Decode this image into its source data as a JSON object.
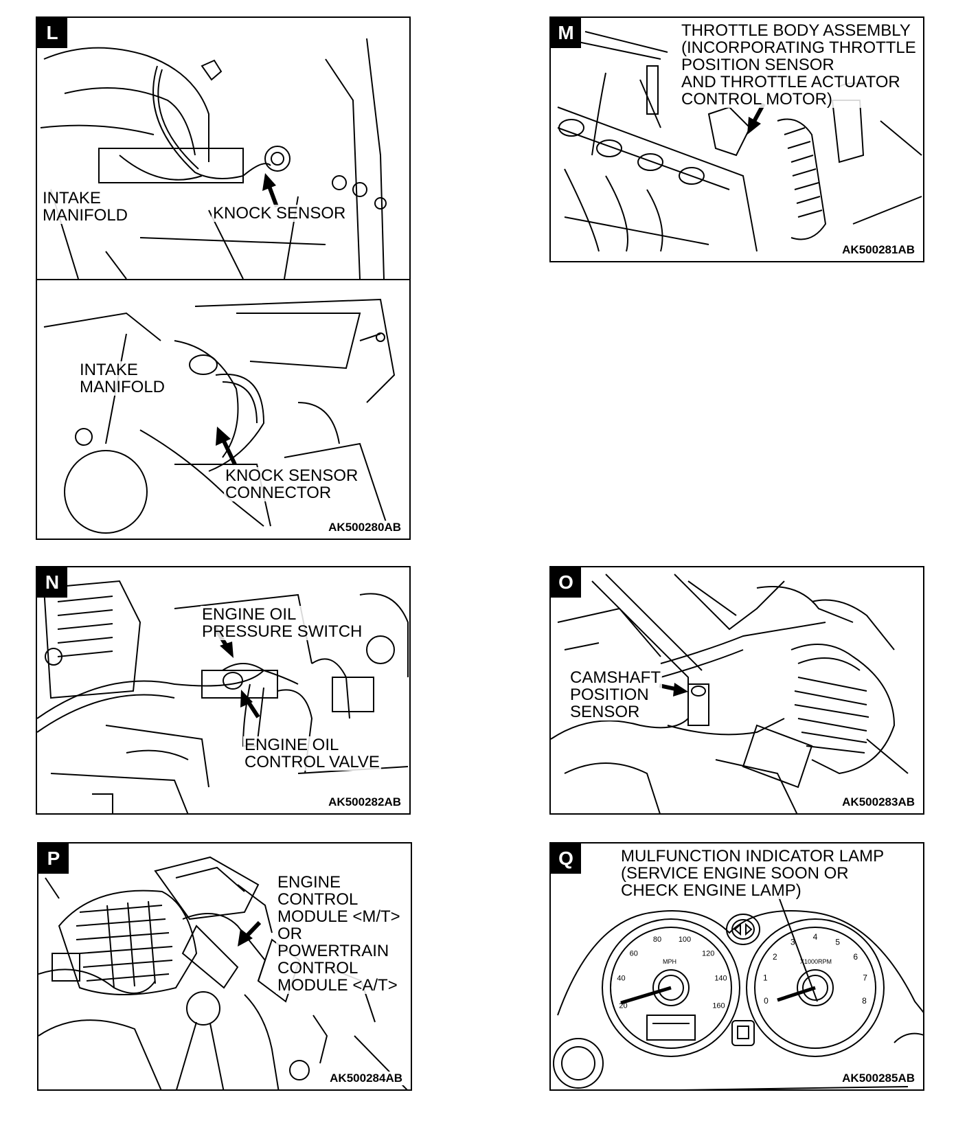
{
  "panels": {
    "L": {
      "letter": "L",
      "label1": "INTAKE\nMANIFOLD",
      "label2": "KNOCK SENSOR",
      "label3": "INTAKE\nMANIFOLD",
      "label4": "KNOCK SENSOR\nCONNECTOR",
      "code": "AK500280AB"
    },
    "M": {
      "letter": "M",
      "label1": "THROTTLE BODY ASSEMBLY\n(INCORPORATING THROTTLE\nPOSITION SENSOR\nAND THROTTLE ACTUATOR\nCONTROL MOTOR)",
      "code": "AK500281AB"
    },
    "N": {
      "letter": "N",
      "label1": "ENGINE OIL\nPRESSURE SWITCH",
      "label2": "ENGINE OIL\nCONTROL VALVE",
      "code": "AK500282AB"
    },
    "O": {
      "letter": "O",
      "label1": "CAMSHAFT\nPOSITION\nSENSOR",
      "code": "AK500283AB"
    },
    "P": {
      "letter": "P",
      "label1": "ENGINE\nCONTROL\nMODULE <M/T>\nOR\nPOWERTRAIN\nCONTROL\nMODULE <A/T>",
      "code": "AK500284AB"
    },
    "Q": {
      "letter": "Q",
      "label1": "MULFUNCTION INDICATOR LAMP\n(SERVICE ENGINE SOON OR\nCHECK ENGINE LAMP)",
      "code": "AK500285AB",
      "speedo_ticks": [
        "20",
        "40",
        "60",
        "80",
        "100",
        "120",
        "140",
        "160"
      ],
      "speedo_unit": "MPH",
      "tacho_ticks": [
        "0",
        "1",
        "2",
        "3",
        "4",
        "5",
        "6",
        "7",
        "8"
      ],
      "tacho_unit": "X1000RPM"
    }
  }
}
